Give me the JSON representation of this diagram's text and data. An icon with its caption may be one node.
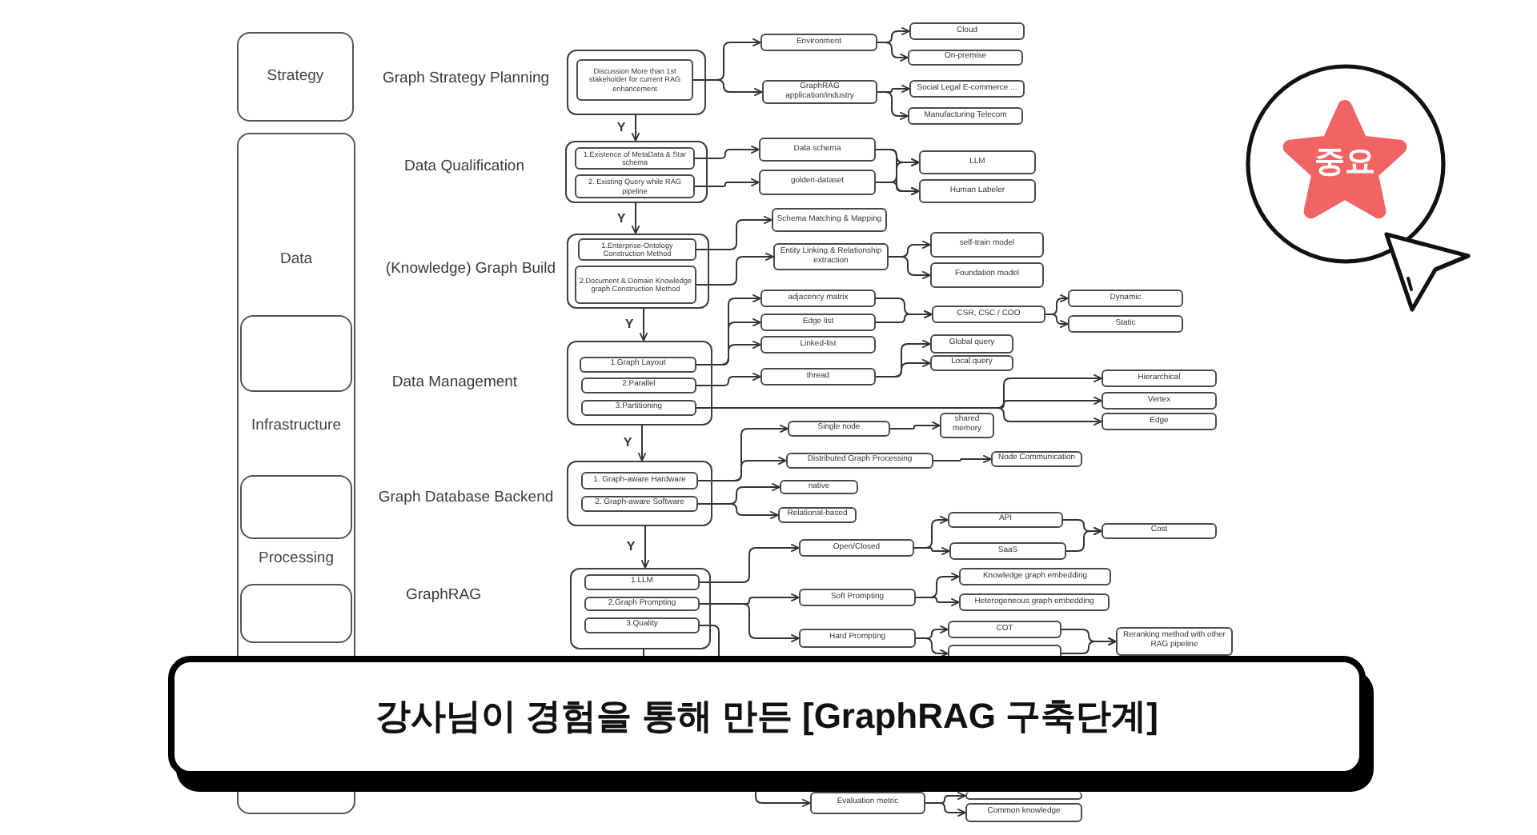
{
  "diagram": {
    "title": "강사님이 경험을 통해 만든 [GraphRAG 구축단계]",
    "nodes": [
      {
        "text": [
          "Strategy"
        ]
      },
      {
        "text": [
          "Data",
          "Infrastructure",
          "Processing"
        ]
      },
      {
        "text": [],
        "shape": "box",
        "in": 1
      },
      {
        "text": [],
        "shape": "box",
        "in": 1
      },
      {
        "text": [],
        "shape": "box",
        "in": 1
      },
      {
        "text": [],
        "shape": "box"
      },
      {
        "text": [
          "Discussion More than 1st stakeholder for current RAG enhancement"
        ],
        "in": 5
      },
      {
        "text": [
          "Environment"
        ]
      },
      {
        "text": [
          "Cloud"
        ]
      },
      {
        "text": [
          "On-premise"
        ]
      },
      {
        "text": [
          "GraphRAG application/industry"
        ]
      },
      {
        "text": [
          "Social Legal E-commerce ..."
        ]
      },
      {
        "text": [
          "Manufacturing Telecom"
        ]
      },
      {
        "text": [],
        "shape": "box"
      },
      {
        "text": [
          "1.Existence of MetaData & Star schema"
        ],
        "in": 13
      },
      {
        "text": [
          "2. Existing Query while RAG pipeline"
        ],
        "in": 13
      },
      {
        "text": [
          "Data schema"
        ]
      },
      {
        "text": [
          "golden-dataset"
        ]
      },
      {
        "text": [
          "LLM"
        ]
      },
      {
        "text": [
          "Human Labeler"
        ]
      },
      {
        "text": [],
        "shape": "box"
      },
      {
        "text": [
          "1.Enterprise-Ontology Construction Method"
        ],
        "in": 20
      },
      {
        "text": [
          "2.Document & Domain Knowledge graph Construction Method"
        ],
        "in": 20
      },
      {
        "text": [
          "Schema Matching & Mapping"
        ]
      },
      {
        "text": [
          "Entity Linking & Relationship extraction"
        ]
      },
      {
        "text": [
          "self-train model"
        ]
      },
      {
        "text": [
          "Foundation model"
        ]
      },
      {
        "text": [],
        "shape": "box"
      },
      {
        "text": [
          "1.Graph Layout"
        ],
        "in": 27
      },
      {
        "text": [
          "2.Parallel"
        ],
        "in": 27
      },
      {
        "text": [
          "3.Partitioning"
        ],
        "in": 27
      },
      {
        "text": [
          "adjacency matrix"
        ]
      },
      {
        "text": [
          "Edge list"
        ]
      },
      {
        "text": [
          "Linked-list"
        ]
      },
      {
        "text": [
          "CSR, CSC / COO"
        ]
      },
      {
        "text": [
          "Dynamic"
        ]
      },
      {
        "text": [
          "Static"
        ]
      },
      {
        "text": [
          "thread"
        ]
      },
      {
        "text": [
          "Global query"
        ]
      },
      {
        "text": [
          "Local query"
        ]
      },
      {
        "text": [
          "Hierarchical"
        ]
      },
      {
        "text": [
          "Vertex"
        ]
      },
      {
        "text": [
          "Edge"
        ]
      },
      {
        "text": [],
        "shape": "box"
      },
      {
        "text": [
          "1. Graph-aware Hardware"
        ],
        "in": 43
      },
      {
        "text": [
          "2. Graph-aware Software"
        ],
        "in": 43
      },
      {
        "text": [
          "Single node"
        ]
      },
      {
        "text": [
          "shared memory"
        ]
      },
      {
        "text": [
          "Distributed Graph Processing"
        ]
      },
      {
        "text": [
          "Node Communication"
        ]
      },
      {
        "text": [
          "native"
        ]
      },
      {
        "text": [
          "Relational-based"
        ]
      },
      {
        "text": [],
        "shape": "box"
      },
      {
        "text": [
          "1.LLM"
        ],
        "in": 52
      },
      {
        "text": [
          "2.Graph Prompting"
        ],
        "in": 52
      },
      {
        "text": [
          "3.Quality"
        ],
        "in": 52
      },
      {
        "text": [
          "Open/Closed"
        ]
      },
      {
        "text": [
          "API"
        ]
      },
      {
        "text": [
          "SaaS"
        ]
      },
      {
        "text": [
          "Cost"
        ]
      },
      {
        "text": [
          "Soft Prompting"
        ]
      },
      {
        "text": [
          "Knowledge graph embedding"
        ]
      },
      {
        "text": [
          "Heterogeneous graph embedding"
        ]
      },
      {
        "text": [
          "Hard Prompting"
        ]
      },
      {
        "text": [
          "COT"
        ]
      },
      {
        "text": [],
        "shape": "box"
      },
      {
        "text": [
          "Reranking method with other RAG pipeline"
        ]
      },
      {
        "text": [
          "Evaluation metric"
        ]
      },
      {
        "text": [],
        "shape": "box"
      },
      {
        "text": [
          "Common knowledge"
        ]
      },
      {
        "text": [
          "중요"
        ]
      }
    ],
    "edges": [
      {
        "from": 5,
        "to": 13,
        "arrow": "to",
        "label": "Y"
      },
      {
        "from": 13,
        "to": 20,
        "arrow": "to",
        "label": "Y"
      },
      {
        "from": 20,
        "to": 27,
        "arrow": "to",
        "label": "Y"
      },
      {
        "from": 27,
        "to": 43,
        "arrow": "to",
        "label": "Y"
      },
      {
        "from": 43,
        "to": 52,
        "arrow": "to",
        "label": "Y"
      },
      {
        "from": 52,
        "to": null,
        "arrow": "none"
      },
      {
        "from": 6,
        "to": 7,
        "arrow": "to"
      },
      {
        "from": 6,
        "to": 10,
        "arrow": "to"
      },
      {
        "from": 7,
        "to": 8,
        "arrow": "to"
      },
      {
        "from": 7,
        "to": 9,
        "arrow": "to"
      },
      {
        "from": 10,
        "to": 11,
        "arrow": "to"
      },
      {
        "from": 10,
        "to": 12,
        "arrow": "to"
      },
      {
        "from": 14,
        "to": 16,
        "arrow": "to"
      },
      {
        "from": 15,
        "to": 17,
        "arrow": "to"
      },
      {
        "from": 16,
        "to": 18,
        "arrow": "to"
      },
      {
        "from": 16,
        "to": 19,
        "arrow": "to"
      },
      {
        "from": 17,
        "to": 18,
        "arrow": "to"
      },
      {
        "from": 17,
        "to": 19,
        "arrow": "to"
      },
      {
        "from": 21,
        "to": 23,
        "arrow": "to"
      },
      {
        "from": 22,
        "to": 24,
        "arrow": "to"
      },
      {
        "from": 24,
        "to": 25,
        "arrow": "to"
      },
      {
        "from": 24,
        "to": 26,
        "arrow": "to"
      },
      {
        "from": 28,
        "to": 31,
        "arrow": "to"
      },
      {
        "from": 28,
        "to": 32,
        "arrow": "to"
      },
      {
        "from": 28,
        "to": 33,
        "arrow": "to"
      },
      {
        "from": 31,
        "to": 34,
        "arrow": "to"
      },
      {
        "from": 32,
        "to": 34,
        "arrow": "to"
      },
      {
        "from": 34,
        "to": 35,
        "arrow": "to"
      },
      {
        "from": 34,
        "to": 36,
        "arrow": "to"
      },
      {
        "from": 29,
        "to": 37,
        "arrow": "to"
      },
      {
        "from": 37,
        "to": 38,
        "arrow": "to"
      },
      {
        "from": 37,
        "to": 39,
        "arrow": "to"
      },
      {
        "from": 30,
        "to": 40,
        "arrow": "to"
      },
      {
        "from": 30,
        "to": 41,
        "arrow": "to"
      },
      {
        "from": 30,
        "to": 42,
        "arrow": "to"
      },
      {
        "from": 44,
        "to": 46,
        "arrow": "to"
      },
      {
        "from": 44,
        "to": 48,
        "arrow": "to"
      },
      {
        "from": 46,
        "to": 47,
        "arrow": "to"
      },
      {
        "from": 48,
        "to": 49,
        "arrow": "to"
      },
      {
        "from": 45,
        "to": 50,
        "arrow": "to"
      },
      {
        "from": 45,
        "to": 51,
        "arrow": "to"
      },
      {
        "from": 53,
        "to": 56,
        "arrow": "to"
      },
      {
        "from": 56,
        "to": 57,
        "arrow": "to"
      },
      {
        "from": 56,
        "to": 58,
        "arrow": "to"
      },
      {
        "from": 57,
        "to": 59,
        "arrow": "to"
      },
      {
        "from": 58,
        "to": 59,
        "arrow": "to"
      },
      {
        "from": 54,
        "to": 60,
        "arrow": "to"
      },
      {
        "from": 54,
        "to": 63,
        "arrow": "to"
      },
      {
        "from": 60,
        "to": 61,
        "arrow": "to"
      },
      {
        "from": 60,
        "to": 62,
        "arrow": "to"
      },
      {
        "from": 63,
        "to": 64,
        "arrow": "to"
      },
      {
        "from": 63,
        "to": 65,
        "arrow": "to"
      },
      {
        "from": 64,
        "to": 66,
        "arrow": "to"
      },
      {
        "from": 65,
        "to": 66,
        "arrow": "to"
      },
      {
        "from": 55,
        "to": 67,
        "arrow": "to"
      },
      {
        "from": 67,
        "to": 68,
        "arrow": "to"
      },
      {
        "from": 67,
        "to": 69,
        "arrow": "to"
      }
    ],
    "labels": [
      "Graph Strategy Planning",
      "Data Qualification",
      "(Knowledge) Graph Build",
      "Data Management",
      "Graph Database Backend",
      "GraphRAG"
    ]
  }
}
